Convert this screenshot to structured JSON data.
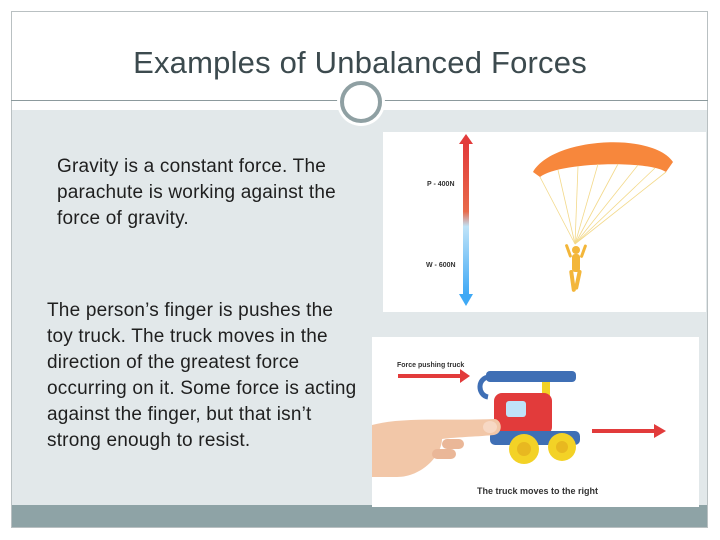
{
  "slide": {
    "title": "Examples of Unbalanced Forces",
    "text1": "Gravity is a constant force. The parachute is working against the force of gravity.",
    "text2": "The person’s finger is pushes the toy truck.  The truck moves in the direction of the greatest force occurring on it.  Some force is acting against the finger, but that isn’t strong enough to resist."
  },
  "parachute_image": {
    "up_label": "P - 400N",
    "down_label": "W - 600N"
  },
  "truck_image": {
    "push_label": "Force pushing truck",
    "caption": "The truck moves to the right"
  },
  "colors": {
    "title_text": "#3c4a4e",
    "content_bg": "#e2e8ea",
    "footer_bar": "#8ea3a6",
    "arrow_red": "#e23b3b",
    "arrow_blue": "#3fa9f5",
    "canopy": "#f7873c",
    "truck_blue": "#3f6fb5",
    "truck_red": "#e23b3b",
    "wheel_yellow": "#f3d226"
  }
}
